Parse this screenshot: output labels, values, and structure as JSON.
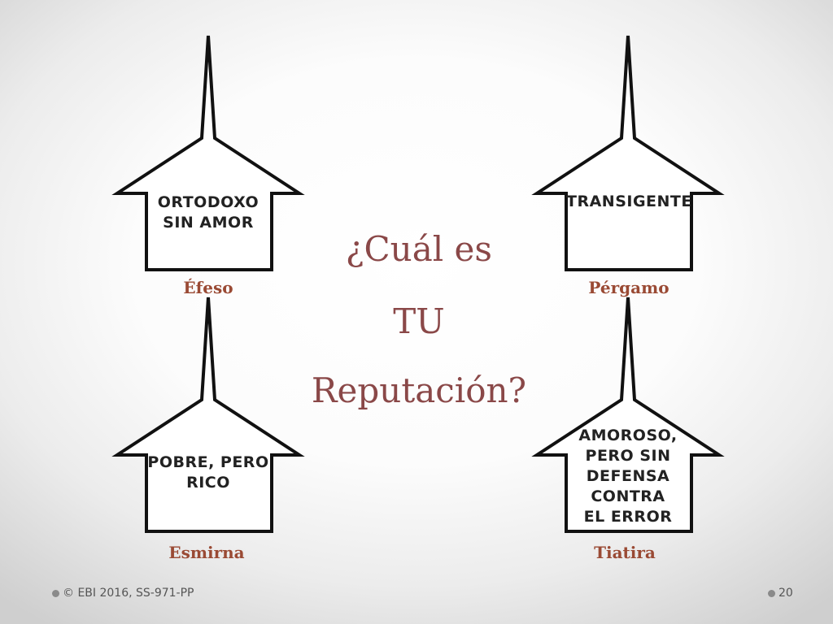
{
  "churches": [
    {
      "name": "Éfeso",
      "text": "ORTODOXO\nSIN AMOR"
    },
    {
      "name": "Pérgamo",
      "text": "TRANSIGENTE"
    },
    {
      "name": "Esmirna",
      "text": "POBRE, PERO\nRICO"
    },
    {
      "name": "Tiatira",
      "text": "AMOROSO,\nPERO SIN\nDEFENSA\nCONTRA\nEL ERROR"
    }
  ],
  "question": {
    "line1": "¿Cuál es",
    "line2": "TU",
    "line3": "Reputación?"
  },
  "footer": {
    "copyright": "© EBI 2016, SS-971-PP",
    "page_number": "20"
  }
}
